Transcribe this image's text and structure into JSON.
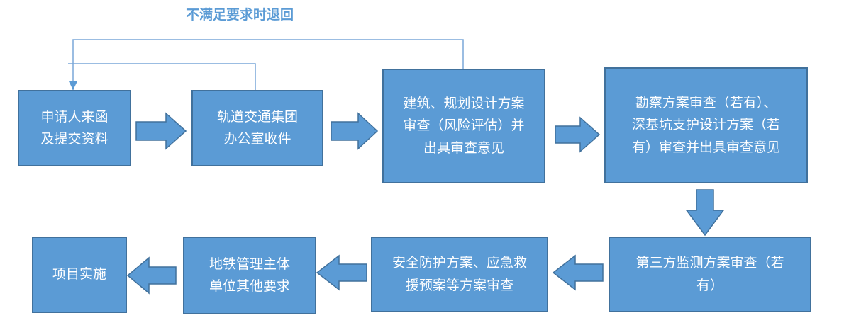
{
  "loop": {
    "label": "不满足要求时退回"
  },
  "steps": [
    {
      "id": "apply",
      "text": "申请人来函\n及提交资料"
    },
    {
      "id": "receive",
      "text": "轨道交通集团\n办公室收件"
    },
    {
      "id": "review",
      "text": "建筑、规划设计方案\n审查（风险评估）并\n出具审查意见"
    },
    {
      "id": "survey",
      "text": "勘察方案审查（若有）、\n深基坑支护设计方案（若\n有）审查并出具审查意见"
    },
    {
      "id": "monitor",
      "text": "第三方监测方案审查（若\n有）"
    },
    {
      "id": "safety",
      "text": "安全防护方案、应急救\n援预案等方案审查"
    },
    {
      "id": "metro",
      "text": "地铁管理主体\n单位其他要求"
    },
    {
      "id": "implement",
      "text": "项目实施"
    }
  ],
  "colors": {
    "box_fill": "#5b9bd5",
    "box_border": "#41719c",
    "line": "#7aa7d8",
    "label": "#5b9bd5"
  }
}
